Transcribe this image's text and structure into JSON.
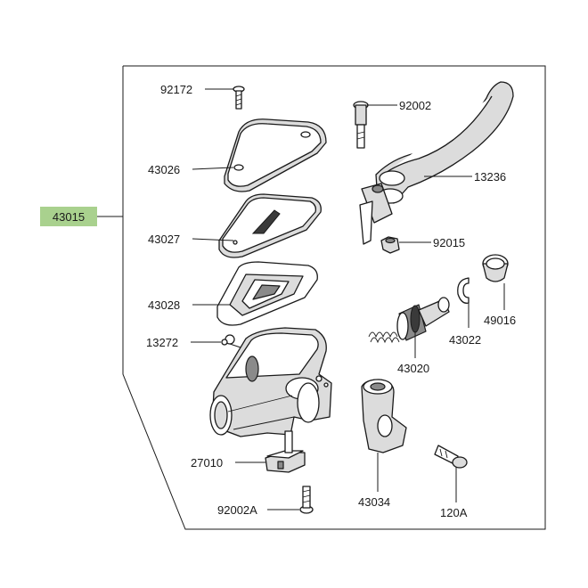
{
  "assembly": {
    "number": "43015",
    "highlight_color": "#a9d18e"
  },
  "parts": {
    "reservoir_cap_screw": "92172",
    "reservoir_cap": "43026",
    "diaphragm_plate": "43027",
    "diaphragm": "43028",
    "bleeder_cap": "13272",
    "lever_pivot_bolt": "92002",
    "brake_lever": "13236",
    "lever_nut": "92015",
    "dust_boot": "49016",
    "circlip": "43022",
    "piston_assembly": "43020",
    "brake_light_switch": "27010",
    "switch_screw": "92002A",
    "clamp_holder": "43034",
    "clamp_bolt": "120A"
  }
}
